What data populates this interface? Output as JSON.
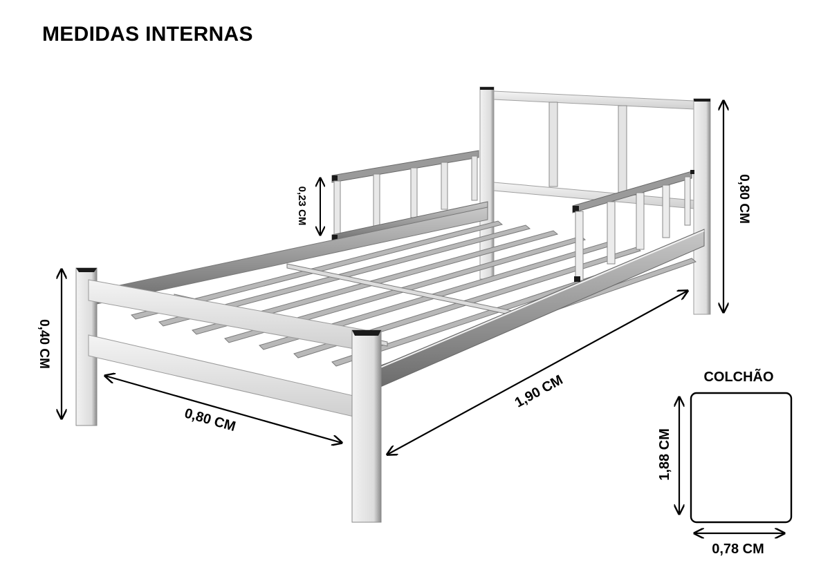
{
  "title": "MEDIDAS INTERNAS",
  "bed": {
    "headboard_height": "0,80 CM",
    "side_rail_height": "0,23 CM",
    "leg_height": "0,40 CM",
    "width": "0,80 CM",
    "length": "1,90 CM"
  },
  "mattress": {
    "title": "COLCHÃO",
    "length": "1,88 CM",
    "width": "0,78 CM"
  },
  "colors": {
    "frame_light": "#e6e6e6",
    "frame_mid": "#bdbdbd",
    "frame_dark": "#7a7a7a",
    "cap": "#1a1a1a",
    "line": "#000000"
  }
}
